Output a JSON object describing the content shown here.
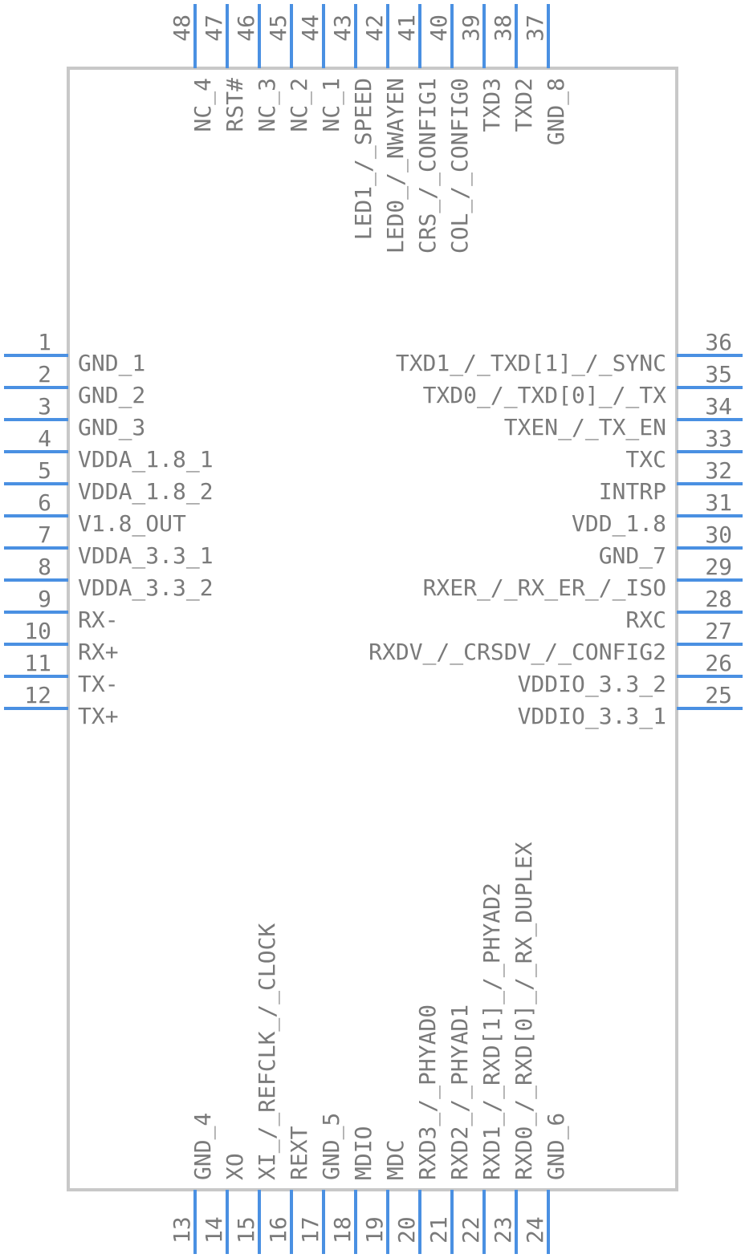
{
  "left_pins": [
    {
      "num": "1",
      "label": "GND_1"
    },
    {
      "num": "2",
      "label": "GND_2"
    },
    {
      "num": "3",
      "label": "GND_3"
    },
    {
      "num": "4",
      "label": "VDDA_1.8_1"
    },
    {
      "num": "5",
      "label": "VDDA_1.8_2"
    },
    {
      "num": "6",
      "label": "V1.8_OUT"
    },
    {
      "num": "7",
      "label": "VDDA_3.3_1"
    },
    {
      "num": "8",
      "label": "VDDA_3.3_2"
    },
    {
      "num": "9",
      "label": "RX-"
    },
    {
      "num": "10",
      "label": "RX+"
    },
    {
      "num": "11",
      "label": "TX-"
    },
    {
      "num": "12",
      "label": "TX+"
    }
  ],
  "right_pins": [
    {
      "num": "36",
      "label": "TXD1_/_TXD[1]_/_SYNC"
    },
    {
      "num": "35",
      "label": "TXD0_/_TXD[0]_/_TX"
    },
    {
      "num": "34",
      "label": "TXEN_/_TX_EN"
    },
    {
      "num": "33",
      "label": "TXC"
    },
    {
      "num": "32",
      "label": "INTRP"
    },
    {
      "num": "31",
      "label": "VDD_1.8"
    },
    {
      "num": "30",
      "label": "GND_7"
    },
    {
      "num": "29",
      "label": "RXER_/_RX_ER_/_ISO"
    },
    {
      "num": "28",
      "label": "RXC"
    },
    {
      "num": "27",
      "label": "RXDV_/_CRSDV_/_CONFIG2"
    },
    {
      "num": "26",
      "label": "VDDIO_3.3_2"
    },
    {
      "num": "25",
      "label": "VDDIO_3.3_1"
    }
  ],
  "top_pins": [
    {
      "num": "48",
      "label": "NC_4"
    },
    {
      "num": "47",
      "label": "RST#"
    },
    {
      "num": "46",
      "label": "NC_3"
    },
    {
      "num": "45",
      "label": "NC_2"
    },
    {
      "num": "44",
      "label": "NC_1"
    },
    {
      "num": "43",
      "label": "LED1_/_SPEED"
    },
    {
      "num": "42",
      "label": "LED0_/_NWAYEN"
    },
    {
      "num": "41",
      "label": "CRS_/_CONFIG1"
    },
    {
      "num": "40",
      "label": "COL_/_CONFIG0"
    },
    {
      "num": "39",
      "label": "TXD3"
    },
    {
      "num": "38",
      "label": "TXD2"
    },
    {
      "num": "37",
      "label": "GND_8"
    }
  ],
  "bottom_pins": [
    {
      "num": "13",
      "label": "GND_4"
    },
    {
      "num": "14",
      "label": "XO"
    },
    {
      "num": "15",
      "label": "XI_/_REFCLK_/_CLOCK"
    },
    {
      "num": "16",
      "label": "REXT"
    },
    {
      "num": "17",
      "label": "GND_5"
    },
    {
      "num": "18",
      "label": "MDIO"
    },
    {
      "num": "19",
      "label": "MDC"
    },
    {
      "num": "20",
      "label": "RXD3_/_PHYAD0"
    },
    {
      "num": "21",
      "label": "RXD2_/_PHYAD1"
    },
    {
      "num": "22",
      "label": "RXD1_/_RXD[1]_/_PHYAD2"
    },
    {
      "num": "23",
      "label": "RXD0_/_RXD[0]_/_RX_DUPLEX"
    },
    {
      "num": "24",
      "label": "GND_6"
    }
  ]
}
